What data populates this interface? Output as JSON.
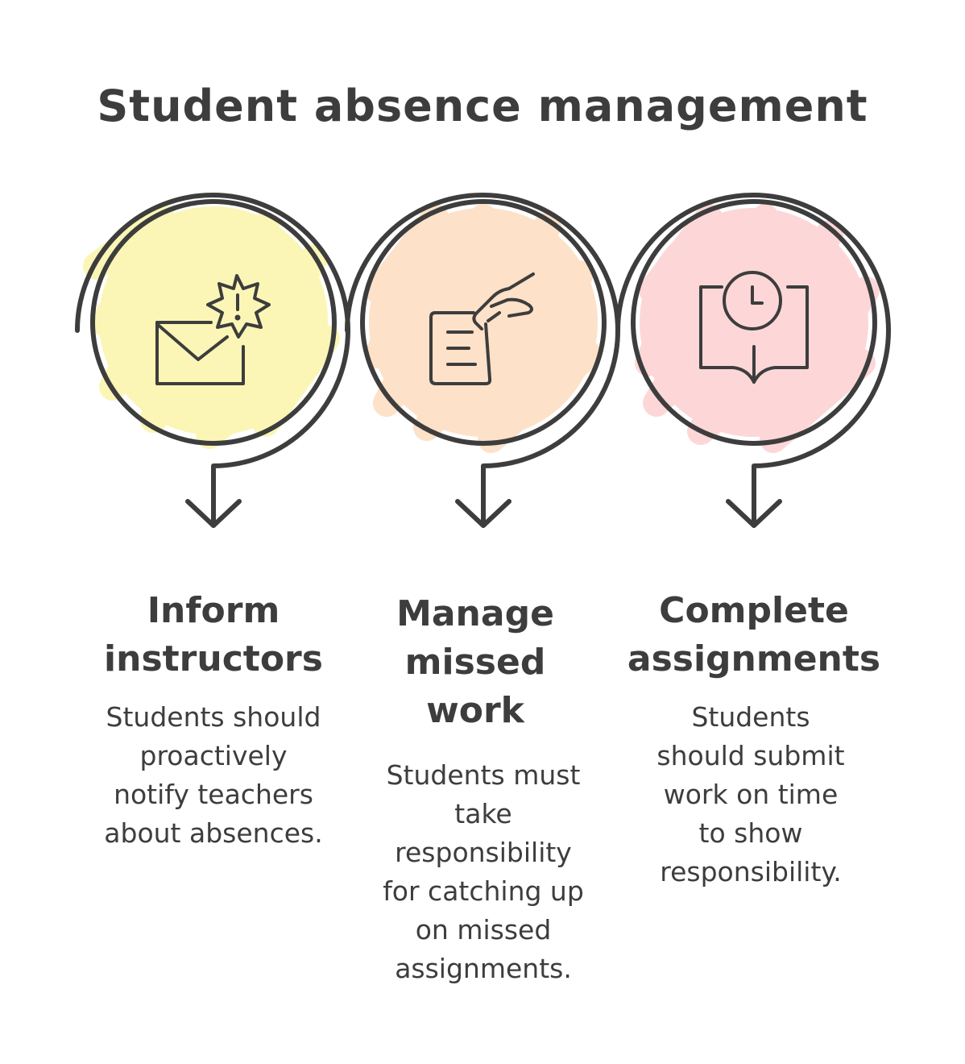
{
  "title": "Student absence management",
  "colors": {
    "ink": "#3d3d3d",
    "step1_fill": "#fbf6b6",
    "step2_fill": "#fde1c8",
    "step3_fill": "#fdd7d7"
  },
  "steps": [
    {
      "icon": "envelope-alert-icon",
      "heading": "Inform instructors",
      "heading_lines": [
        "Inform",
        "instructors"
      ],
      "body_lines": [
        "Students should",
        "proactively",
        "notify teachers",
        "about absences."
      ]
    },
    {
      "icon": "hand-document-icon",
      "heading": "Manage missed work",
      "heading_lines": [
        "Manage",
        "missed",
        "work"
      ],
      "body_lines": [
        "Students must",
        "take",
        "responsibility",
        "for catching up",
        "on missed",
        "assignments."
      ]
    },
    {
      "icon": "book-clock-icon",
      "heading": "Complete assignments",
      "heading_lines": [
        "Complete",
        "assignments"
      ],
      "body_lines": [
        "Students",
        "should submit",
        "work on time",
        "to show",
        "responsibility."
      ]
    }
  ]
}
